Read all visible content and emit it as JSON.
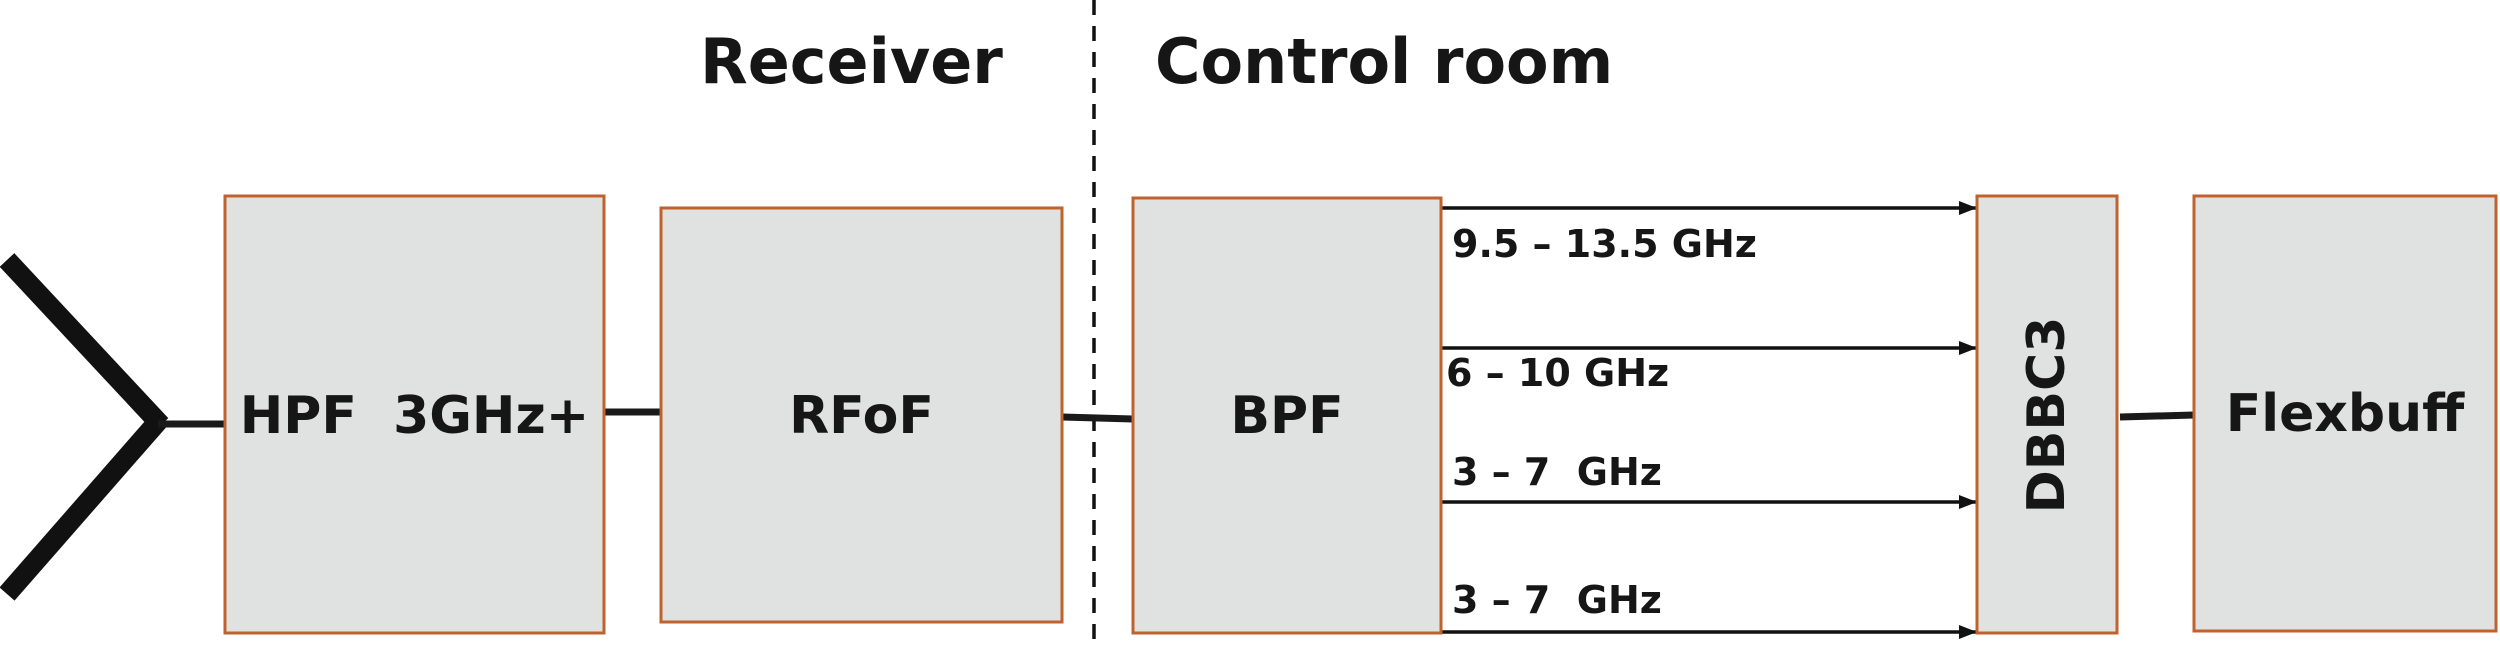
{
  "sections": {
    "receiver": "Receiver",
    "control_room": "Control room"
  },
  "blocks": {
    "hpf": "HPF  3GHz+",
    "rfof": "RFoF",
    "bpf": "BPF",
    "dbbc3": "DBBC3",
    "flexbuff": "Flexbuff"
  },
  "bands": [
    "9.5 – 13.5 GHz",
    "6 – 10 GHz",
    "3 – 7  GHz",
    "3 – 7  GHz"
  ],
  "colors": {
    "block_fill": "#e0e1e1",
    "block_border": "#c0622e",
    "line": "#111111"
  }
}
